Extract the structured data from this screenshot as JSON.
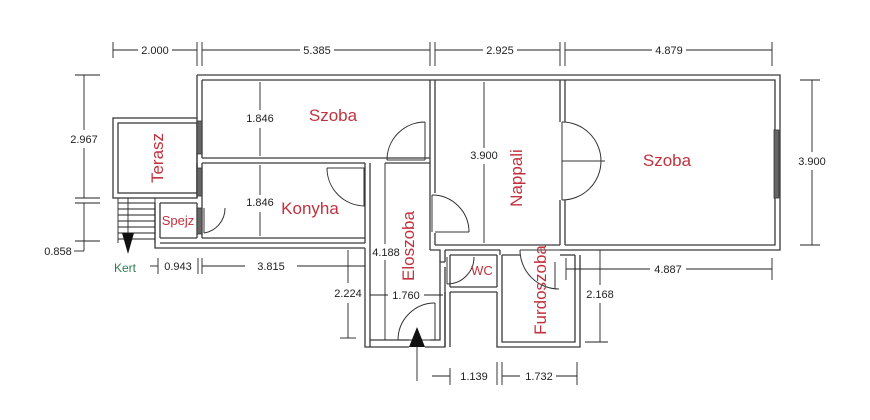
{
  "floor_plan": {
    "colors": {
      "room_label": "#c0323d",
      "exit_label": "#2f7d4f",
      "wall": "#3a3a3a",
      "dimension": "#222222",
      "background": "#ffffff"
    },
    "rooms": [
      {
        "id": "szoba_left",
        "label": "Szoba"
      },
      {
        "id": "konyha",
        "label": "Konyha"
      },
      {
        "id": "terasz",
        "label": "Terasz"
      },
      {
        "id": "spejz",
        "label": "Spejz"
      },
      {
        "id": "eloszoba",
        "label": "Eloszoba"
      },
      {
        "id": "nappali",
        "label": "Nappali"
      },
      {
        "id": "szoba_right",
        "label": "Szoba"
      },
      {
        "id": "wc",
        "label": "WC"
      },
      {
        "id": "furdoszoba",
        "label": "Furdoszoba"
      }
    ],
    "exit_label": "Kert",
    "dimensions": {
      "top": [
        "2.000",
        "5.385",
        "2.925",
        "4.879"
      ],
      "left_terasz": "2.967",
      "left_stairs": "0.858",
      "szoba_height": "1.846",
      "konyha_height": "1.846",
      "nappali_height": "3.900",
      "szoba_right_height": "3.900",
      "eloszoba_height": "4.188",
      "bottom_left_a": "0.943",
      "bottom_left_b": "3.815",
      "left_lower_height": "2.224",
      "eloszoba_width": "1.760",
      "right_lower_width": "4.887",
      "right_lower_height": "2.168",
      "bottom_a": "1.139",
      "bottom_b": "1.732"
    }
  }
}
